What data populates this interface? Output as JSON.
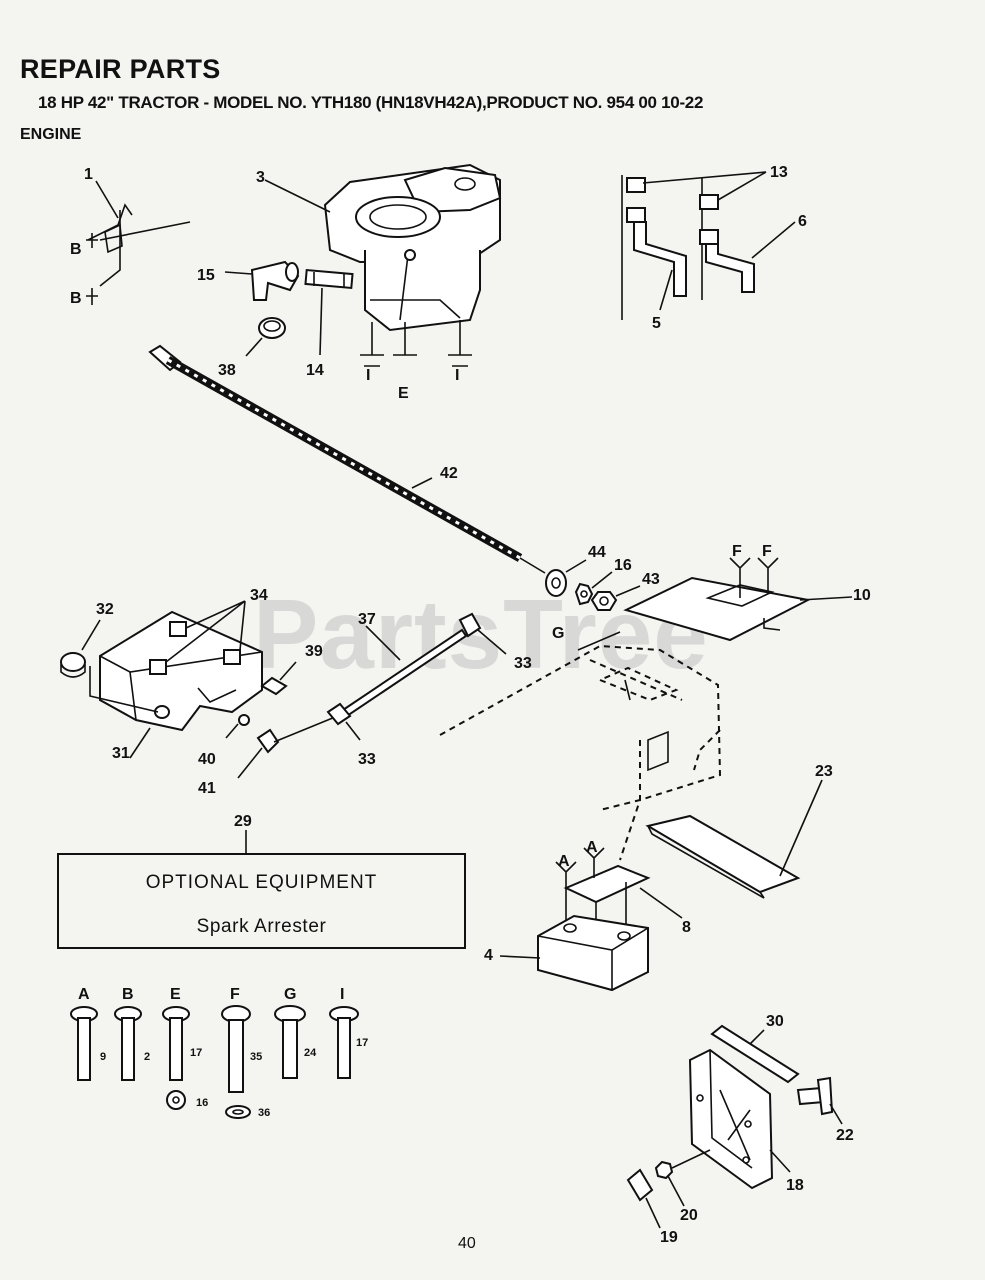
{
  "header": {
    "title": "REPAIR PARTS",
    "subtitle": "18 HP 42\" TRACTOR - MODEL NO. YTH180 (HN18VH42A),PRODUCT NO. 954 00 10-22",
    "section": "ENGINE"
  },
  "watermark": "PartsTree",
  "callouts": {
    "c1": "1",
    "c3": "3",
    "c13": "13",
    "c6": "6",
    "c5": "5",
    "c15": "15",
    "c14": "14",
    "c38": "38",
    "c42": "42",
    "c44": "44",
    "c16": "16",
    "c43": "43",
    "c10": "10",
    "c32": "32",
    "c34": "34",
    "c37": "37",
    "c33a": "33",
    "c33b": "33",
    "c39": "39",
    "c31": "31",
    "c40": "40",
    "c41": "41",
    "c23": "23",
    "c29": "29",
    "c8": "8",
    "c4": "4",
    "c30": "30",
    "c22": "22",
    "c18": "18",
    "c20": "20",
    "c19": "19"
  },
  "refs": {
    "B1": "B",
    "B2": "B",
    "I1": "I",
    "E1": "E",
    "I2": "I",
    "F1": "F",
    "F2": "F",
    "G1": "G",
    "A1": "A",
    "A2": "A"
  },
  "optional_equipment": {
    "title": "OPTIONAL EQUIPMENT",
    "item": "Spark Arrester"
  },
  "hardware_key": [
    {
      "letter": "A",
      "part": "9"
    },
    {
      "letter": "B",
      "part": "2"
    },
    {
      "letter": "E",
      "part": "17",
      "washer": "16"
    },
    {
      "letter": "F",
      "part": "35",
      "washer": "36"
    },
    {
      "letter": "G",
      "part": "24"
    },
    {
      "letter": "I",
      "part": "17"
    }
  ],
  "page_number": "40"
}
